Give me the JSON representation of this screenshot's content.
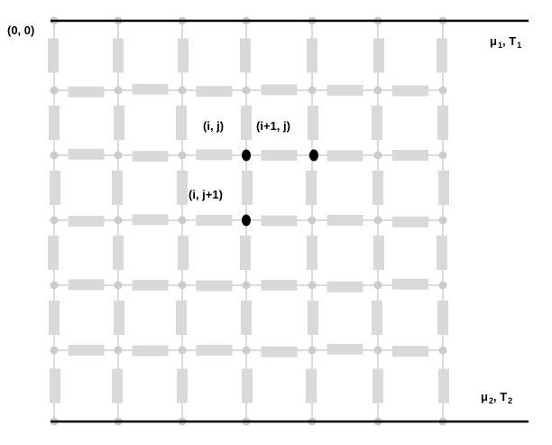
{
  "labels": {
    "origin": "(0, 0)",
    "node_ij": "(i, j)",
    "node_i1j": "(i+1, j)",
    "node_ij1": "(i, j+1)"
  },
  "boundaries": {
    "top": {
      "symbol_mu": "μ",
      "mu_sub": "1",
      "symbol_t": "T",
      "t_sub": "1"
    },
    "bottom": {
      "symbol_mu": "μ",
      "mu_sub": "2",
      "symbol_t": "T",
      "t_sub": "2"
    }
  },
  "colors": {
    "grid_line": "#b8b8b8",
    "node": "#cccccc",
    "resistor": "#d9d9d9",
    "highlight_node": "#000000",
    "plate": "#000000"
  },
  "lattice": {
    "columns": 7,
    "rows": 7,
    "highlighted_nodes": [
      "(i, j)",
      "(i+1, j)",
      "(i, j+1)"
    ]
  }
}
